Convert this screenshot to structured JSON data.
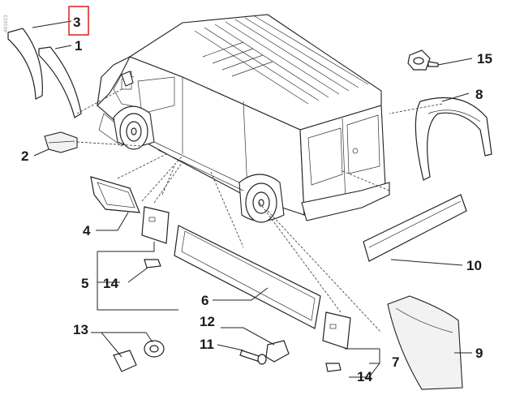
{
  "diagram": {
    "callouts": {
      "c1": "1",
      "c2": "2",
      "c3": "3",
      "c4": "4",
      "c5": "5",
      "c6": "6",
      "c7": "7",
      "c8": "8",
      "c9": "9",
      "c10": "10",
      "c11": "11",
      "c12": "12",
      "c13": "13",
      "c14a": "14",
      "c14b": "14",
      "c15": "15"
    },
    "highlighted_callout": "3",
    "corner_code": "401613",
    "colors": {
      "highlight": "#d9302c",
      "line": "#222222"
    }
  }
}
